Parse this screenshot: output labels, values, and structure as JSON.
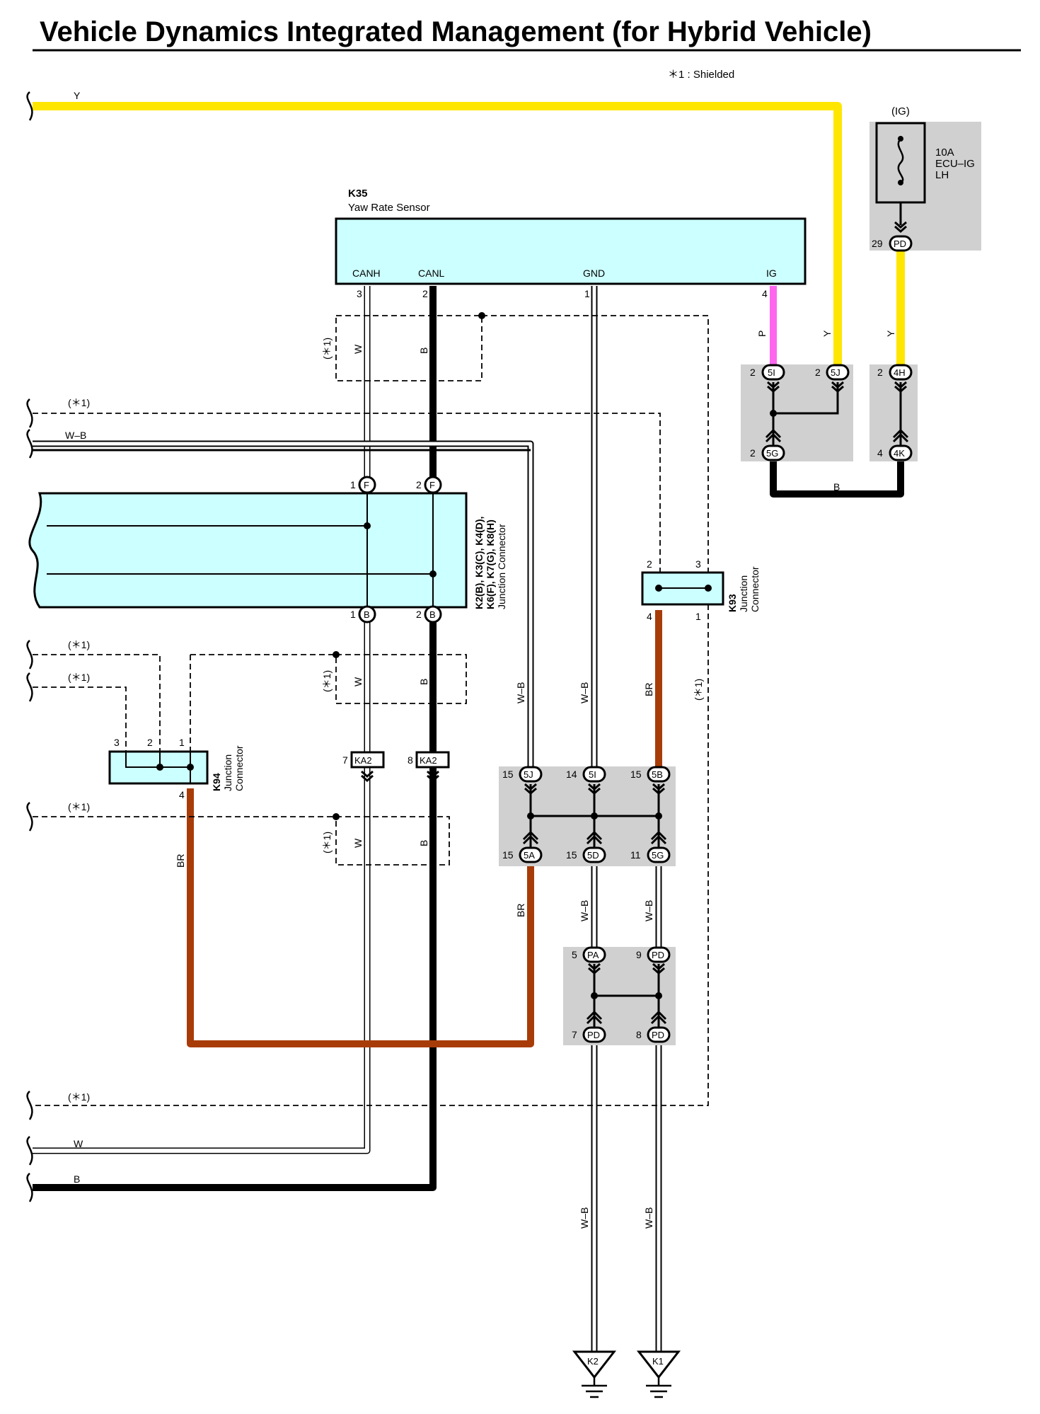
{
  "title": "Vehicle Dynamics Integrated Management (for Hybrid Vehicle)",
  "legend": {
    "note": "＊1 : Shielded"
  },
  "shield_tag": "(＊1)",
  "colors": {
    "Y": "#ffe600",
    "P": "#ff66ee",
    "B": "#000000",
    "BR": "#a83c08",
    "W": "#ffffff",
    "W-B": "#ffffff",
    "component_fill": "#ccffff",
    "junction_block_fill": "#d0d0d0"
  },
  "fuse": {
    "group": "(IG)",
    "rating": "10A",
    "name_line1": "ECU–IG",
    "name_line2": "LH",
    "pin": "29",
    "connector": "PD"
  },
  "yaw_sensor": {
    "id": "K35",
    "name": "Yaw Rate Sensor",
    "terminals": [
      {
        "label": "CANH",
        "pin": "3"
      },
      {
        "label": "CANL",
        "pin": "2"
      },
      {
        "label": "GND",
        "pin": "1"
      },
      {
        "label": "IG",
        "pin": "4"
      }
    ]
  },
  "junction_k2": {
    "line1": "K2(B), K3(C), K4(D),",
    "line2": "K6(F), K7(G), K8(H)",
    "line3": "Junction Connector"
  },
  "k93": {
    "id": "K93",
    "line1": "Junction",
    "line2": "Connector",
    "pins": [
      "2",
      "3",
      "4",
      "1"
    ]
  },
  "k94": {
    "id": "K94",
    "line1": "Junction",
    "line2": "Connector",
    "pins": [
      "3",
      "2",
      "1",
      "4"
    ]
  },
  "ka2": {
    "name": "KA2",
    "pins": [
      "7",
      "8"
    ]
  },
  "wires": {
    "Y": "Y",
    "P": "P",
    "B": "B",
    "W": "W",
    "WB": "W–B",
    "BR": "BR"
  },
  "pin_labels": {
    "p1": "1",
    "p2": "2",
    "p4": "4",
    "p5": "5",
    "p7": "7",
    "p8": "8",
    "p9": "9",
    "p11": "11",
    "p14": "14",
    "p15": "15"
  },
  "connectors": {
    "F": "F",
    "B": "B",
    "5I": "5I",
    "5J": "5J",
    "5G": "5G",
    "4H": "4H",
    "4K": "4K",
    "5B": "5B",
    "5A": "5A",
    "5D": "5D",
    "PA": "PA",
    "PD": "PD"
  },
  "grounds": [
    {
      "id": "K2"
    },
    {
      "id": "K1"
    }
  ]
}
